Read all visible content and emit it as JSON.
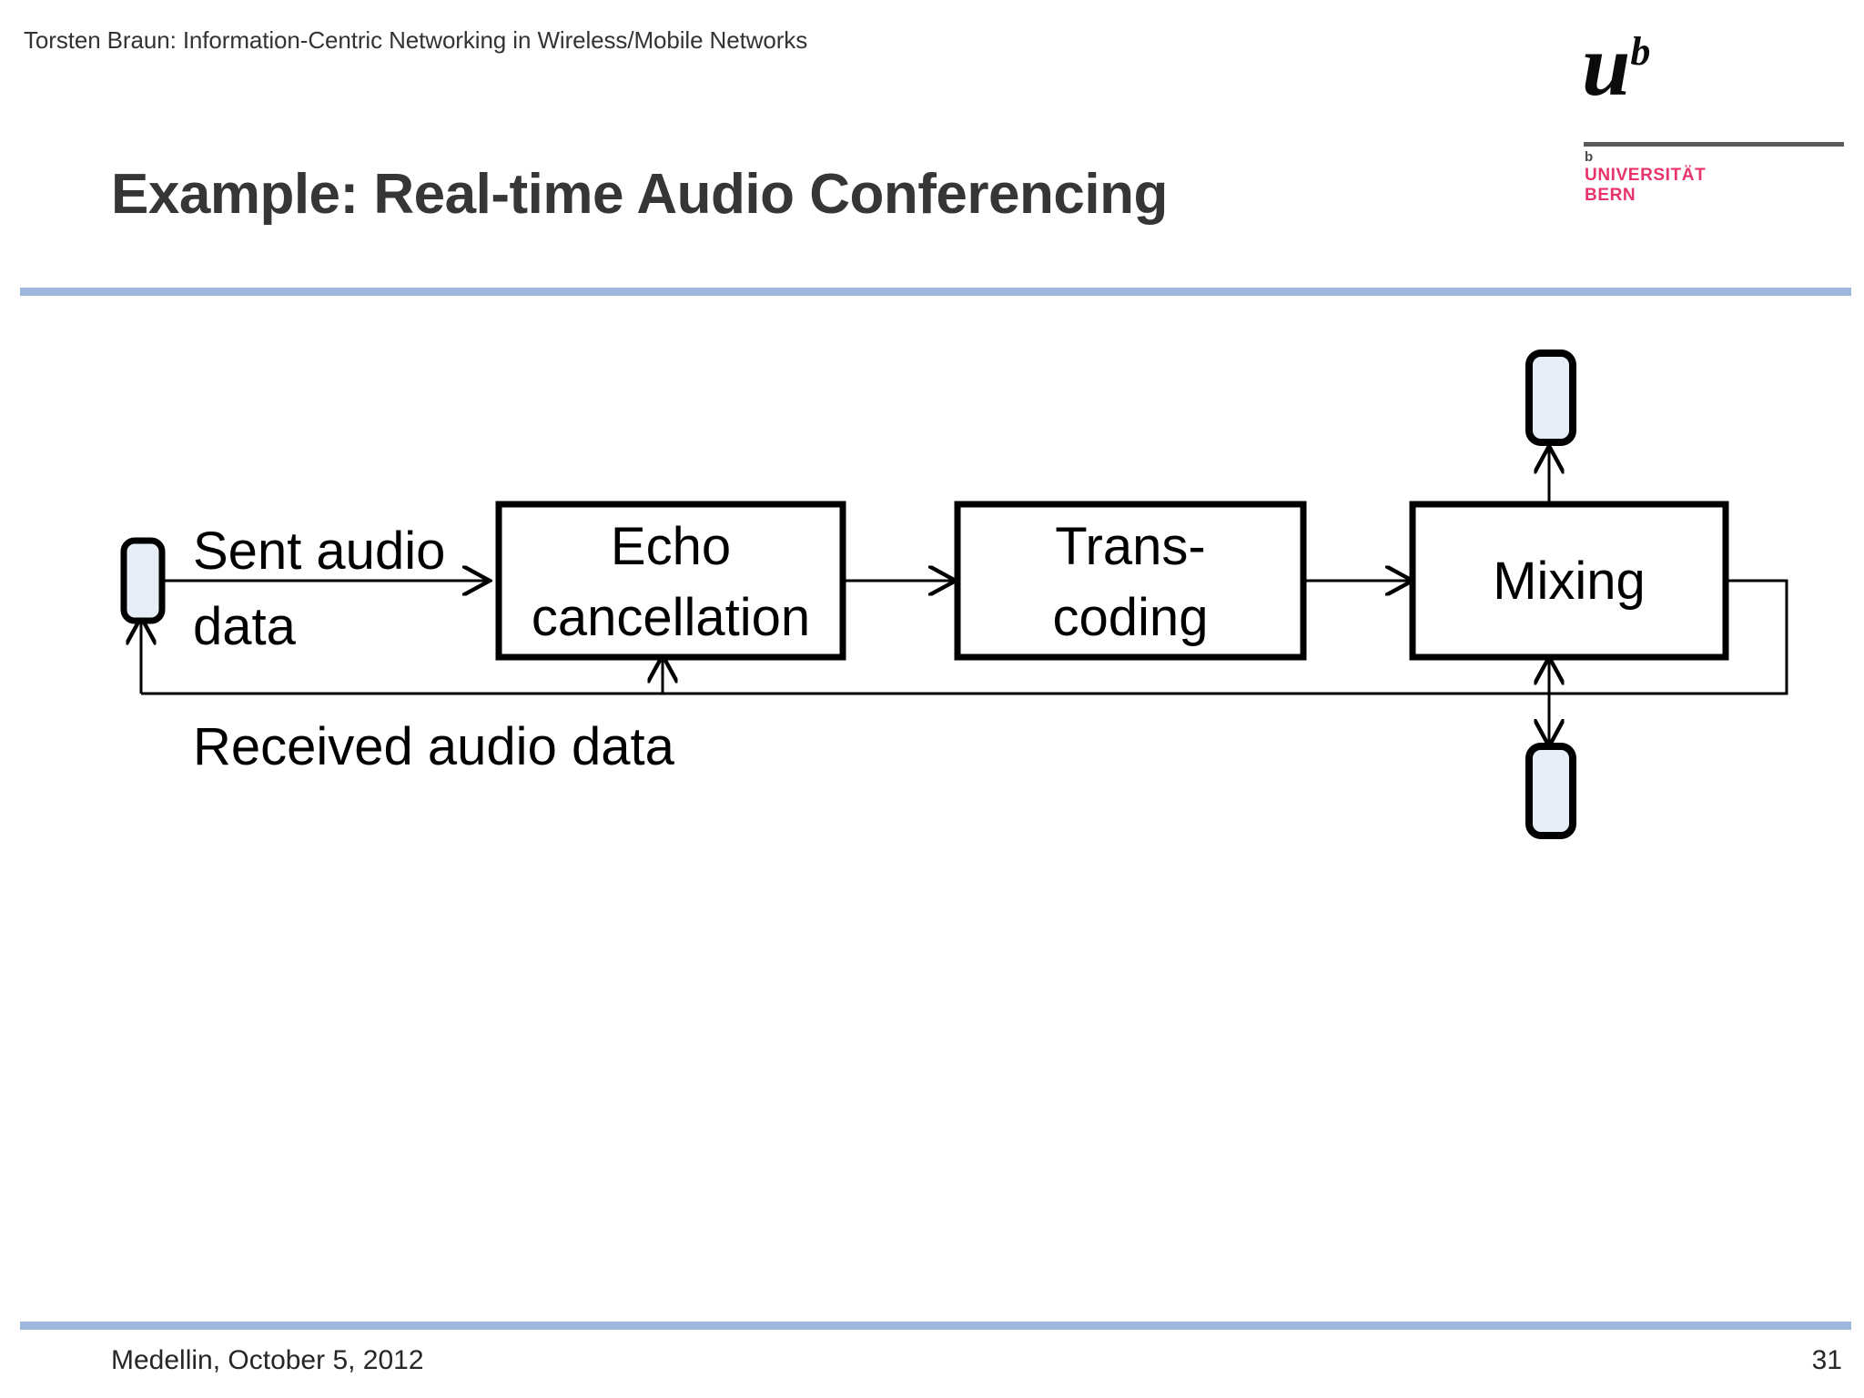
{
  "slide": {
    "header_text": "Torsten Braun: Information-Centric Networking in Wireless/Mobile Networks",
    "title": "Example: Real-time Audio Conferencing",
    "accent_bar_color": "#9db8dc",
    "background_color": "#ffffff"
  },
  "logo": {
    "mark_letter": "u",
    "mark_superscript": "b",
    "small_b": "b",
    "name_line1": "UNIVERSITÄT",
    "name_line2": "BERN",
    "name_color": "#e8336b",
    "rule_color": "#5a5a5a"
  },
  "diagram": {
    "type": "flow-diagram",
    "node_fill": "#ffffff",
    "endpoint_fill": "#e8eef7",
    "stroke_color": "#000000",
    "process_boxes": [
      {
        "id": "echo-cancellation",
        "label_line1": "Echo",
        "label_line2": "cancellation"
      },
      {
        "id": "transcoding",
        "label_line1": "Trans-",
        "label_line2": "coding"
      },
      {
        "id": "mixing",
        "label_line1": "Mixing",
        "label_line2": ""
      }
    ],
    "endpoints": [
      {
        "id": "endpoint-left",
        "label": ""
      },
      {
        "id": "endpoint-top-right",
        "label": ""
      },
      {
        "id": "endpoint-bottom-right",
        "label": ""
      }
    ],
    "flow_labels": [
      {
        "id": "sent-audio-data",
        "line1": "Sent audio",
        "line2": "data"
      },
      {
        "id": "received-audio-data",
        "line1": "Received audio data",
        "line2": ""
      }
    ]
  },
  "footer": {
    "location_date": "Medellin, October 5, 2012",
    "page_number": "31"
  }
}
